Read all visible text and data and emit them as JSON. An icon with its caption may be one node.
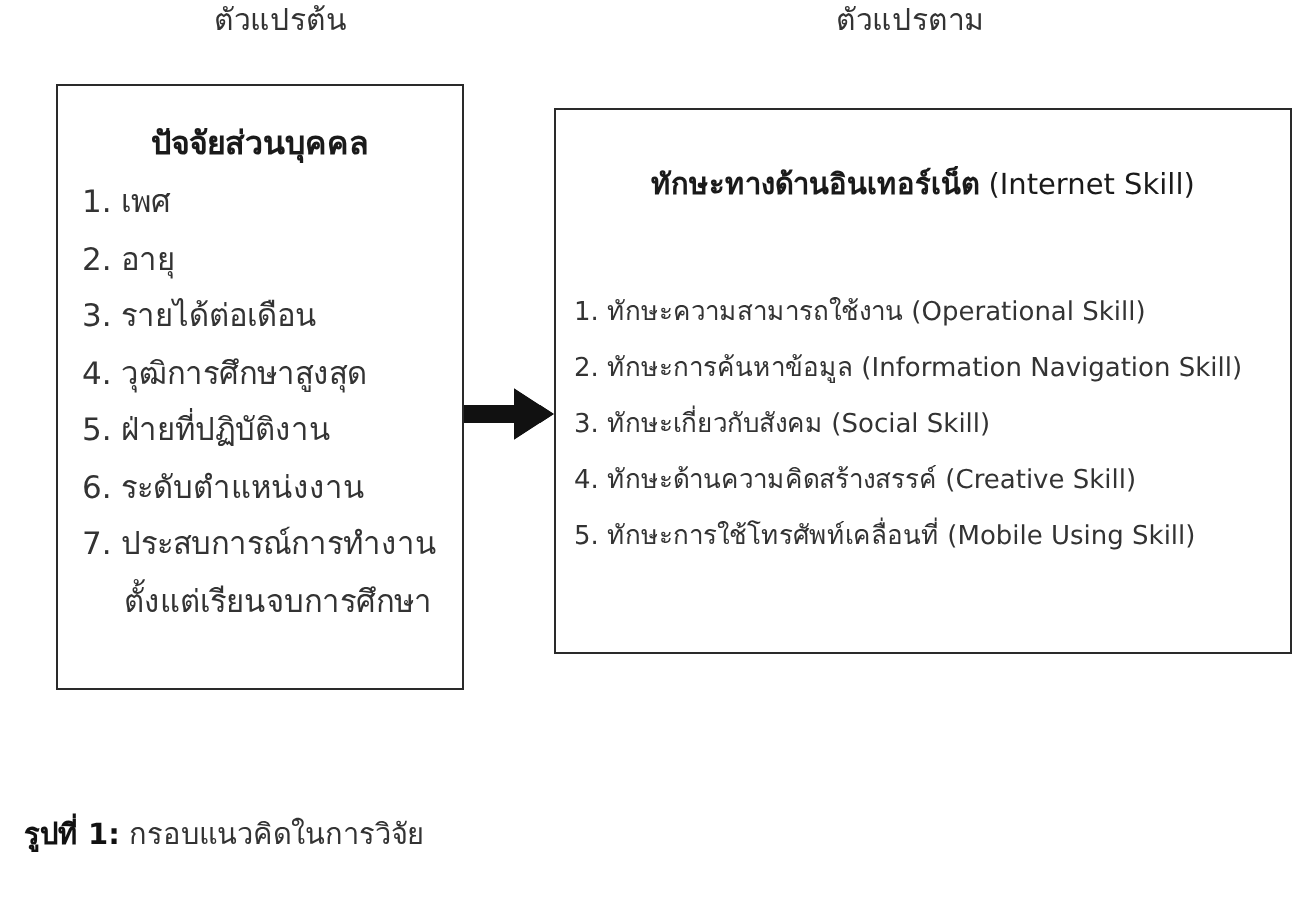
{
  "diagram": {
    "caption": "**รูปที่ 1:** กรอบแนวคิดในการวิจัย",
    "nodes": [
      {
        "text": [
          "ปัจจัยส่วนบุคคล",
          "1. เพศ",
          "2. อายุ",
          "3. รายได้ต่อเดือน",
          "4. วุฒิการศึกษาสูงสุด",
          "5. ฝ่ายที่ปฏิบัติงาน",
          "6. ระดับตำแหน่งงาน",
          "7. ประสบการณ์การทำงานตั้งแต่เรียนจบการศึกษา"
        ]
      },
      {
        "text": [
          "**ทักษะทางด้านอินเทอร์เน็ต** (Internet Skill)",
          "1. ทักษะความสามารถใช้งาน (Operational Skill)",
          "2. ทักษะการค้นหาข้อมูล (Information Navigation Skill)",
          "3. ทักษะเกี่ยวกับสังคม (Social Skill)",
          "4. ทักษะด้านความคิดสร้างสรรค์ (Creative Skill)",
          "5. ทักษะการใช้โทรศัพท์เคลื่อนที่ (Mobile Using Skill)"
        ]
      }
    ],
    "edges": [
      {
        "from": 0,
        "to": 1,
        "arrow": "to"
      }
    ],
    "labels": [
      "ตัวแปรต้น",
      "ตัวแปรตาม"
    ]
  }
}
